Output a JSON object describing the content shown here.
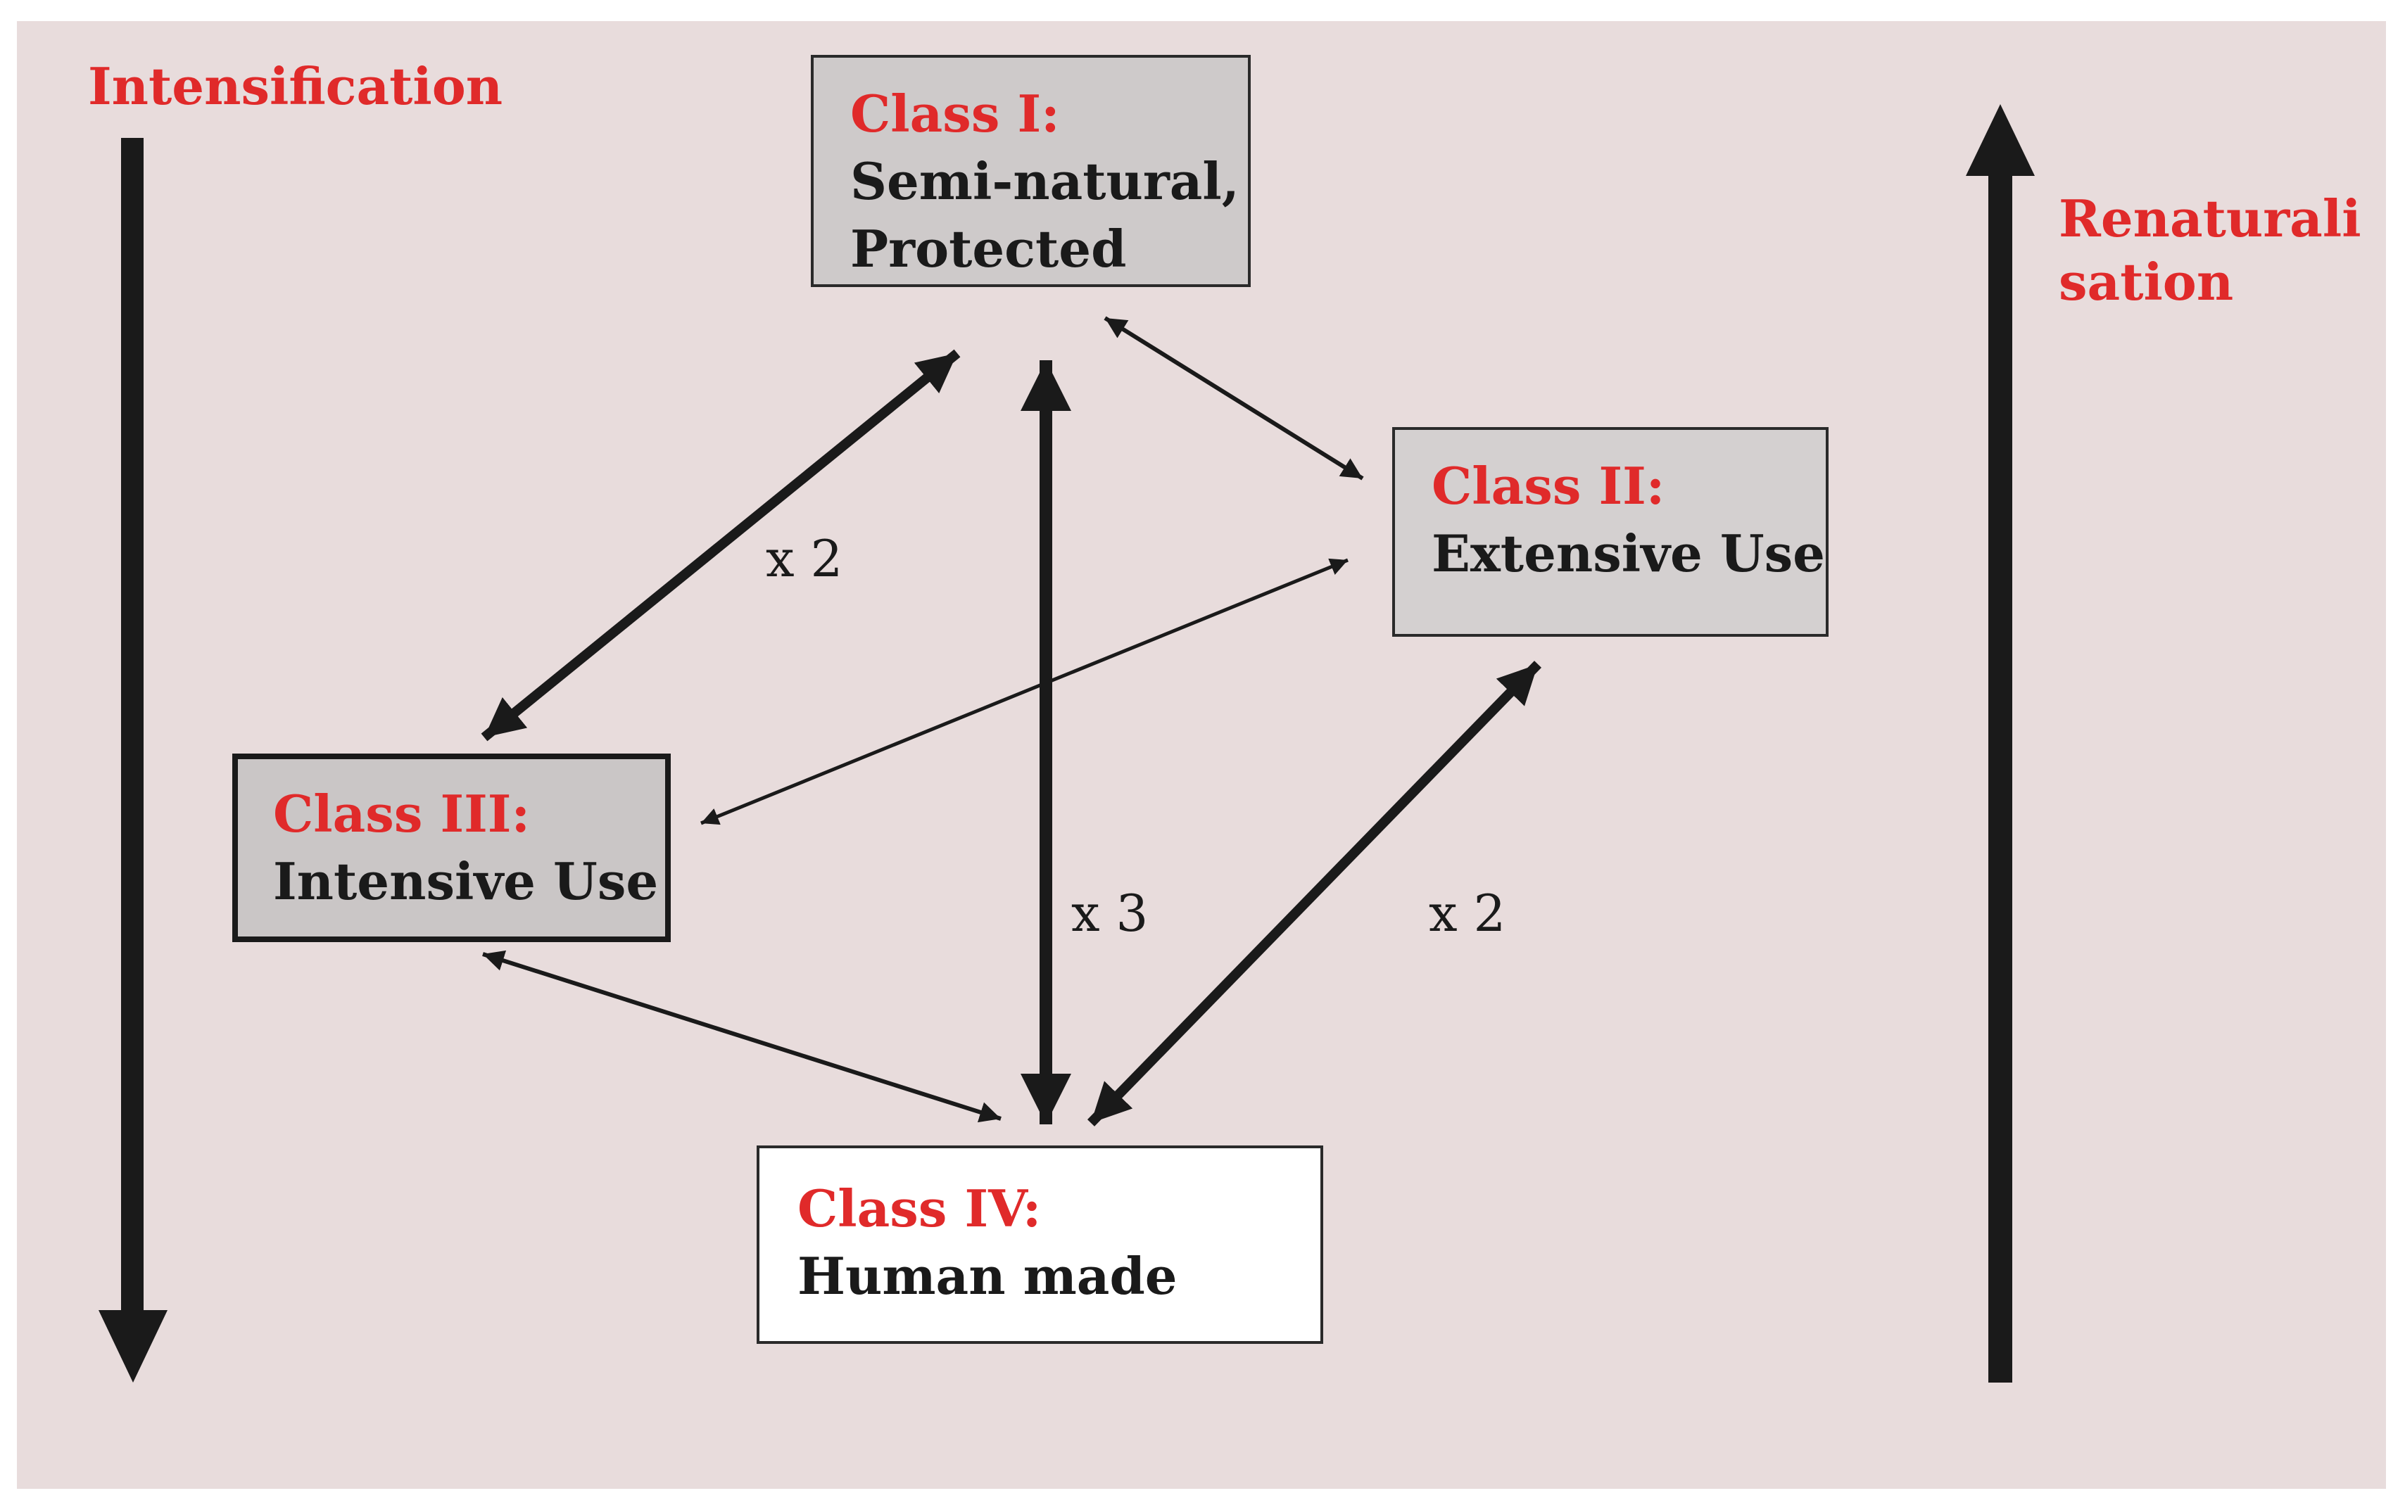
{
  "colors": {
    "title": "#e02a2a",
    "background": "#e8dcdc",
    "arrow": "#1a1a1a"
  },
  "side_labels": {
    "left": "Intensification",
    "right_line1": "Renaturali",
    "right_line2": "sation"
  },
  "boxes": {
    "class_i": {
      "title": "Class I:",
      "line1": "Semi-natural,",
      "line2": "Protected"
    },
    "class_ii": {
      "title": "Class II:",
      "line1": "Extensive Use"
    },
    "class_iii": {
      "title": "Class III:",
      "line1": "Intensive Use"
    },
    "class_iv": {
      "title": "Class IV:",
      "line1": "Human made"
    }
  },
  "multipliers": {
    "class_i_to_class_iii": "x 2",
    "class_i_to_class_iv": "x 3",
    "class_ii_to_class_iv": "x 2"
  },
  "arrows": [
    {
      "from": "Class I",
      "to": "Class III",
      "direction": "both",
      "weight": "thick"
    },
    {
      "from": "Class I",
      "to": "Class IV",
      "direction": "both",
      "weight": "thick"
    },
    {
      "from": "Class I",
      "to": "Class II",
      "direction": "both",
      "weight": "thin"
    },
    {
      "from": "Class II",
      "to": "Class III",
      "direction": "both",
      "weight": "thin"
    },
    {
      "from": "Class II",
      "to": "Class IV",
      "direction": "both",
      "weight": "thick"
    },
    {
      "from": "Class III",
      "to": "Class IV",
      "direction": "both",
      "weight": "thin"
    }
  ]
}
